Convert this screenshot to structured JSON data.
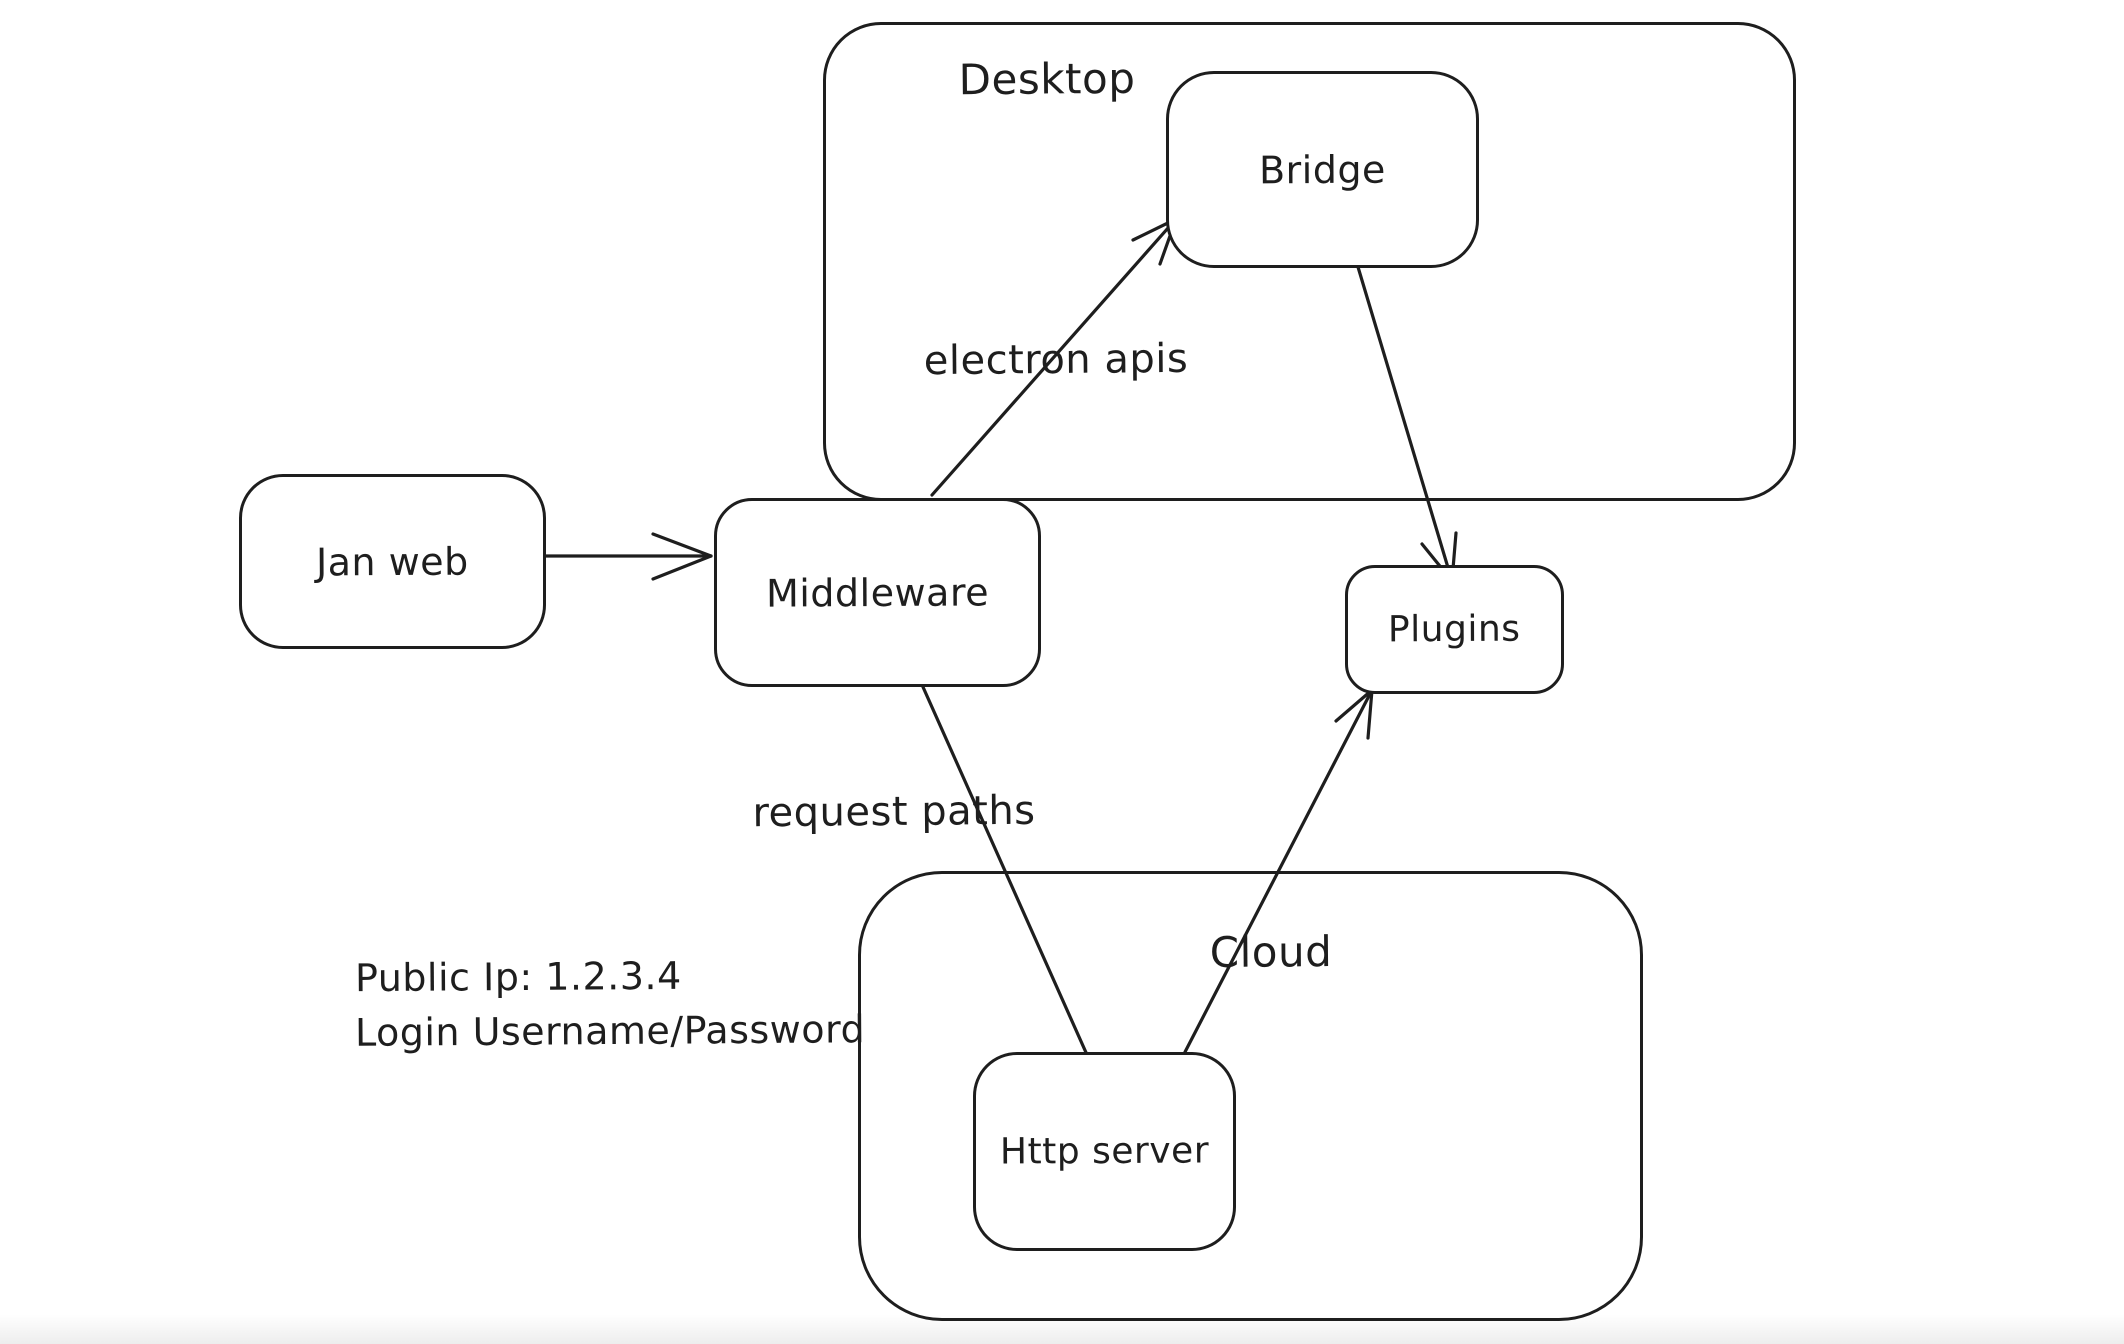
{
  "canvas": {
    "background_color": "#ffffff",
    "stroke_color": "#1e1e1e"
  },
  "containers": [
    {
      "id": "desktop",
      "label": "Desktop"
    },
    {
      "id": "cloud",
      "label": "Cloud"
    }
  ],
  "nodes": [
    {
      "id": "jan-web",
      "label": "Jan web"
    },
    {
      "id": "middleware",
      "label": "Middleware"
    },
    {
      "id": "bridge",
      "label": "Bridge"
    },
    {
      "id": "plugins",
      "label": "Plugins"
    },
    {
      "id": "http-server",
      "label": "Http server"
    }
  ],
  "edges": [
    {
      "id": "jan-web-to-middleware",
      "from": "Jan web",
      "to": "Middleware",
      "label": "",
      "arrowhead": "open-arrow-at-middleware"
    },
    {
      "id": "middleware-to-bridge",
      "from": "Middleware",
      "to": "Bridge",
      "label": "electron apis",
      "arrowhead": "open-arrow-at-bridge"
    },
    {
      "id": "bridge-to-plugins",
      "from": "Bridge",
      "to": "Plugins",
      "label": "",
      "arrowhead": "open-arrow-at-plugins"
    },
    {
      "id": "middleware-to-http-server",
      "from": "Middleware",
      "to": "Http server",
      "label": "request paths",
      "arrowhead": "none"
    },
    {
      "id": "http-server-to-plugins",
      "from": "Http server",
      "to": "Plugins",
      "label": "",
      "arrowhead": "open-arrow-at-plugins"
    }
  ],
  "annotations": [
    {
      "id": "public-ip",
      "text": "Public Ip: 1.2.3.4"
    },
    {
      "id": "login",
      "text": "Login Username/Password"
    }
  ]
}
